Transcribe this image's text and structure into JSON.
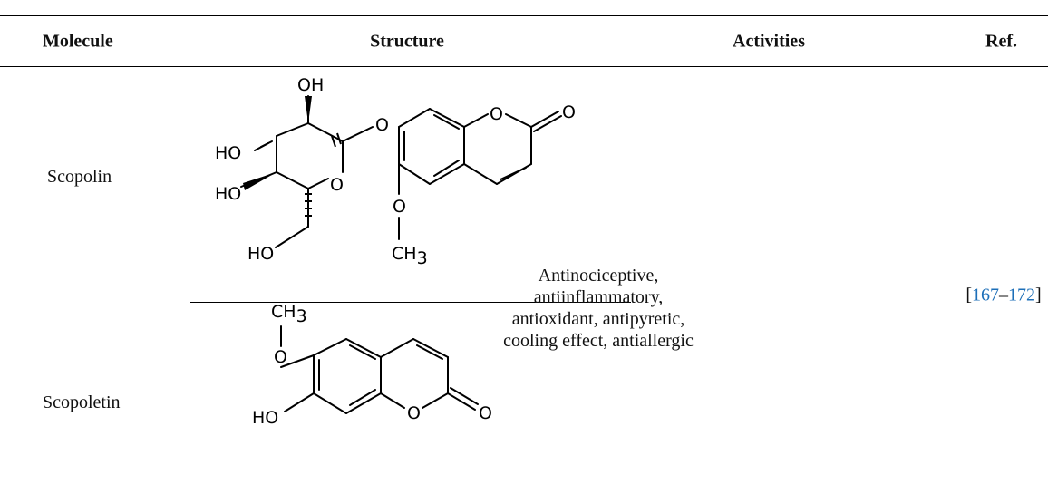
{
  "table": {
    "headers": {
      "molecule": "Molecule",
      "structure": "Structure",
      "activities": "Activities",
      "ref": "Ref."
    },
    "rows": [
      {
        "molecule": "Scopolin"
      },
      {
        "molecule": "Scopoletin"
      }
    ],
    "activities_lines": [
      "Antinociceptive,",
      "antiinflammatory,",
      "antioxidant, antipyretic,",
      "cooling effect, antiallergic"
    ],
    "ref": {
      "open": "[",
      "start": "167",
      "dash": "–",
      "end": "172",
      "close": "]"
    }
  },
  "structures": {
    "scopolin": {
      "labels": {
        "oh_top": "OH",
        "ho_left": "HO",
        "ho_mid": "HO",
        "ho_bottom": "HO",
        "ring_o": "O",
        "glyco_o": "O",
        "lactone_o": "O",
        "carbonyl_o": "O",
        "methoxy_o": "O",
        "methyl_c": "CH",
        "methyl_sub": "3"
      }
    },
    "scopoletin": {
      "labels": {
        "methyl_c": "CH",
        "methyl_sub": "3",
        "methoxy_o": "O",
        "ho": "HO",
        "lactone_o": "O",
        "carbonyl_o": "O"
      }
    }
  }
}
